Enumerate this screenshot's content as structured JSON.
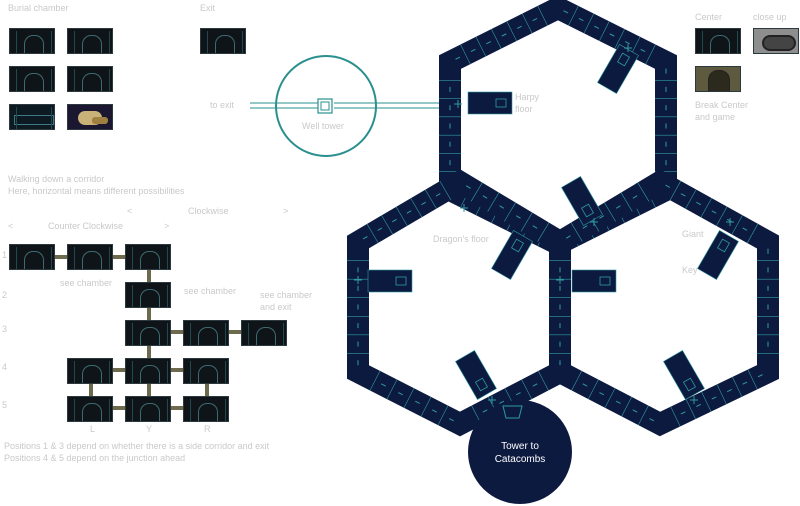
{
  "labels": {
    "burial_chamber": "Burial chamber",
    "exit": "Exit",
    "center": "Center",
    "close_up": "close up",
    "to_exit": "to exit",
    "well_tower": "Well tower",
    "harpy_floor": [
      "Harpy",
      "floor"
    ],
    "break_center": [
      "Break Center",
      "and game"
    ],
    "walking_corridor": [
      "Walking down a corridor",
      "Here, horizontal means different possibilities"
    ],
    "counterclockwise": "Counter Clockwise",
    "clockwise": "Clockwise",
    "arrow_left": "<",
    "arrow_right": ">",
    "dragons_floor": "Dragon's floor",
    "giant_floor": "Giant",
    "key": "Key",
    "see_chamber": "see chamber",
    "see_chamber_2": "see chamber",
    "see_chamber_exit": [
      "see chamber",
      "and exit"
    ],
    "rows": [
      "1",
      "2",
      "3",
      "4",
      "5"
    ],
    "cols": [
      "L",
      "Y",
      "R"
    ],
    "tower_to_catacombs": [
      "Tower to",
      "Catacombs"
    ],
    "positions_note": [
      "Positions 1 & 3 depend on whether there is a side corridor and exit",
      "Positions 4 & 5 depend on the junction ahead"
    ]
  },
  "colors": {
    "corridor": "#0d1a40",
    "corridor_line": "#2f9aa0",
    "ring": "#2a8f8f",
    "label": "#c9c9c9",
    "catacomb_circle": "#0d1a40"
  }
}
